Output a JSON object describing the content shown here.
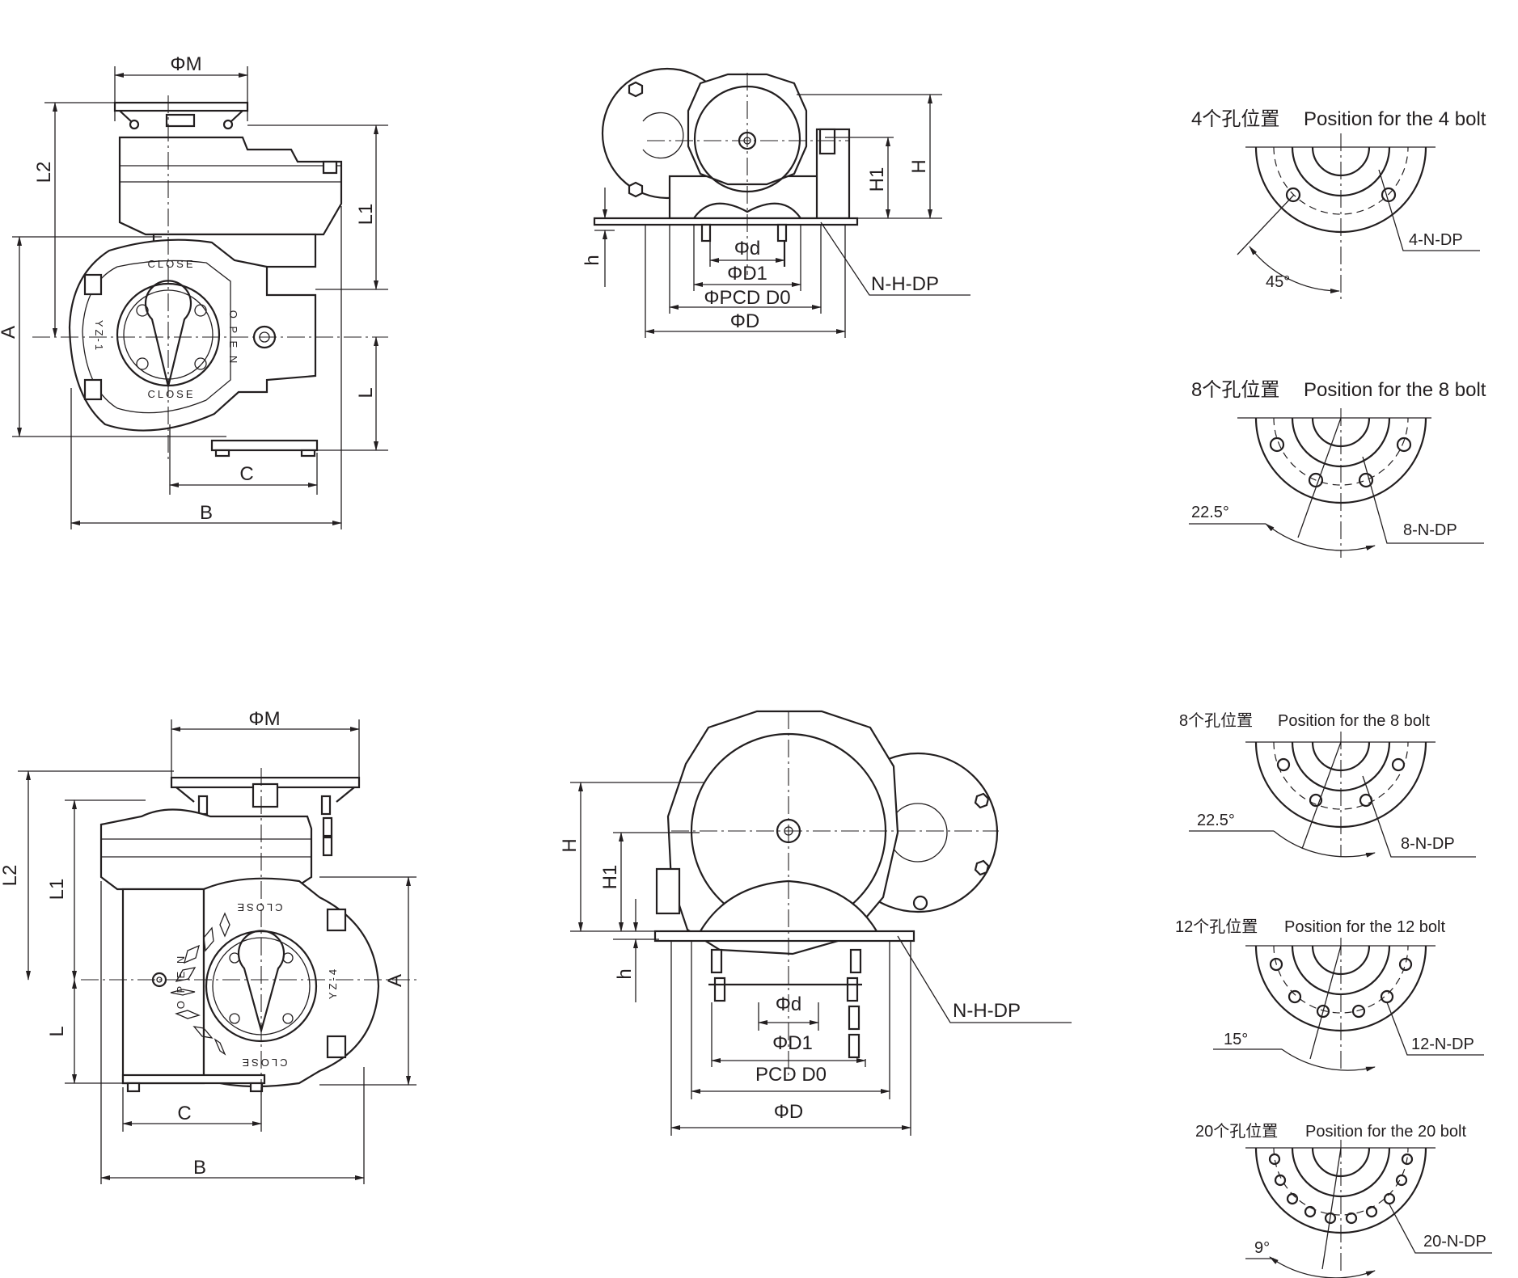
{
  "view_top_left": {
    "dims": {
      "M": "ΦM",
      "L2": "L2",
      "L1": "L1",
      "A": "A",
      "L": "L",
      "C": "C",
      "B": "B"
    },
    "indicator": {
      "close_top": "CLOSE",
      "close_bottom": "CLOSE",
      "open": "O P E N",
      "model": "YZ-1"
    }
  },
  "view_top_middle": {
    "dims": {
      "H1": "H1",
      "H": "H",
      "h": "h",
      "d": "Φd",
      "D1": "ΦD1",
      "PCD": "ΦPCD D0",
      "D": "ΦD",
      "bolt": "N-H-DP"
    }
  },
  "view_bottom_left": {
    "dims": {
      "M": "ΦM",
      "L2": "L2",
      "L1": "L1",
      "A": "A",
      "L": "L",
      "C": "C",
      "B": "B"
    },
    "indicator": {
      "close_top": "CLOSE",
      "close_bottom": "CLOSE",
      "open": "O P E N",
      "model": "YZ-4"
    }
  },
  "view_bottom_middle": {
    "dims": {
      "H": "H",
      "H1": "H1",
      "h": "h",
      "d": "Φd",
      "D1": "ΦD1",
      "PCD": "PCD D0",
      "D": "ΦD",
      "bolt": "N-H-DP"
    }
  },
  "bolt_patterns": [
    {
      "title_cn": "4个孔位置",
      "title_en": "Position for the 4 bolt",
      "angle": "45°",
      "label": "4-N-DP"
    },
    {
      "title_cn": "8个孔位置",
      "title_en": "Position for the 8 bolt",
      "angle": "22.5°",
      "label": "8-N-DP"
    },
    {
      "title_cn": "8个孔位置",
      "title_en": "Position for the 8 bolt",
      "angle": "22.5°",
      "label": "8-N-DP"
    },
    {
      "title_cn": "12个孔位置",
      "title_en": "Position for the 12 bolt",
      "angle": "15°",
      "label": "12-N-DP"
    },
    {
      "title_cn": "20个孔位置",
      "title_en": "Position for the 20 bolt",
      "angle": "9°",
      "label": "20-N-DP"
    }
  ]
}
